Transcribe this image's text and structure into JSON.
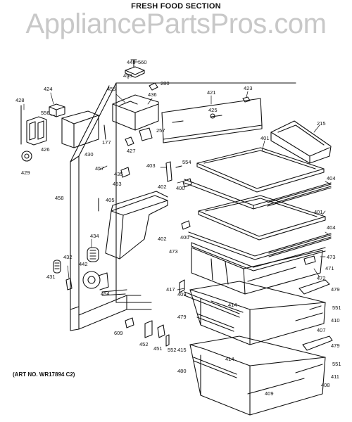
{
  "title": "FRESH FOOD SECTION",
  "watermark": "AppliancePartsPros.com",
  "art_number": "(ART NO. WR17894 C2)",
  "callouts": [
    "448",
    "560",
    "450",
    "455",
    "436",
    "280",
    "421",
    "423",
    "424",
    "428",
    "556",
    "425",
    "426",
    "430",
    "177",
    "427",
    "257",
    "215",
    "401",
    "429",
    "457",
    "435",
    "403",
    "554",
    "402",
    "400",
    "453",
    "404",
    "458",
    "405",
    "401",
    "402",
    "400",
    "404",
    "434",
    "473",
    "473",
    "432",
    "442",
    "471",
    "431",
    "454",
    "417",
    "409",
    "472",
    "479",
    "414",
    "551",
    "479",
    "410",
    "407",
    "609",
    "452",
    "451",
    "552",
    "415",
    "479",
    "414",
    "551",
    "480",
    "411",
    "409",
    "408"
  ]
}
